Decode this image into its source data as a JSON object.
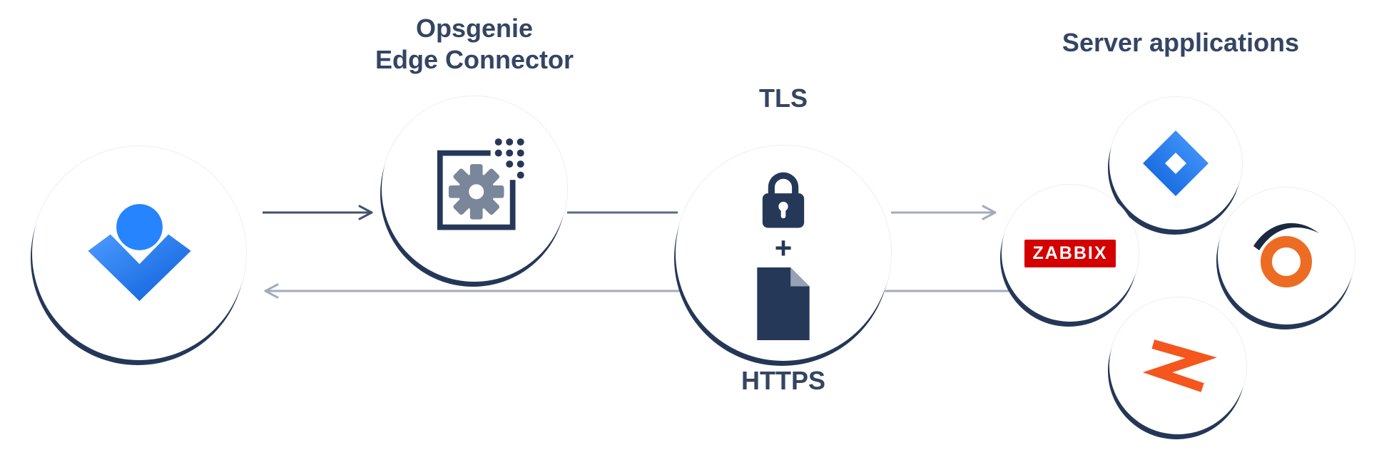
{
  "page": {
    "background": "#ffffff"
  },
  "colors": {
    "heading_text": "#344563",
    "navy": "#253858",
    "circle_shadow": "#243757",
    "dark_arrow": "#42526E",
    "light_arrow": "#A3ABBD",
    "person_blue": "#2684FF",
    "person_blue_dark": "#0B5FD9",
    "gear_gray": "#7A8699",
    "zabbix_red": "#D40000",
    "ring_orange": "#ED6C23",
    "zigzag_orange": "#F4561E"
  },
  "nodes": {
    "user": {
      "icon": "person-icon"
    },
    "edge_connector": {
      "title_line1": "Opsgenie",
      "title_line2": "Edge Connector",
      "icon": "connector-square-gear-icon"
    },
    "security": {
      "label_top": "TLS",
      "plus": "+",
      "label_bottom": "HTTPS",
      "icons": [
        "lock-icon",
        "plus-icon",
        "document-icon"
      ]
    },
    "server_apps": {
      "title": "Server applications",
      "apps": [
        {
          "name": "jira",
          "icon": "jira-logo"
        },
        {
          "name": "zabbix",
          "icon": "zabbix-logo",
          "text": "ZABBIX"
        },
        {
          "name": "orange-ring",
          "icon": "orange-ring-logo"
        },
        {
          "name": "orange-zigzag",
          "icon": "orange-zigzag-logo"
        }
      ]
    }
  }
}
